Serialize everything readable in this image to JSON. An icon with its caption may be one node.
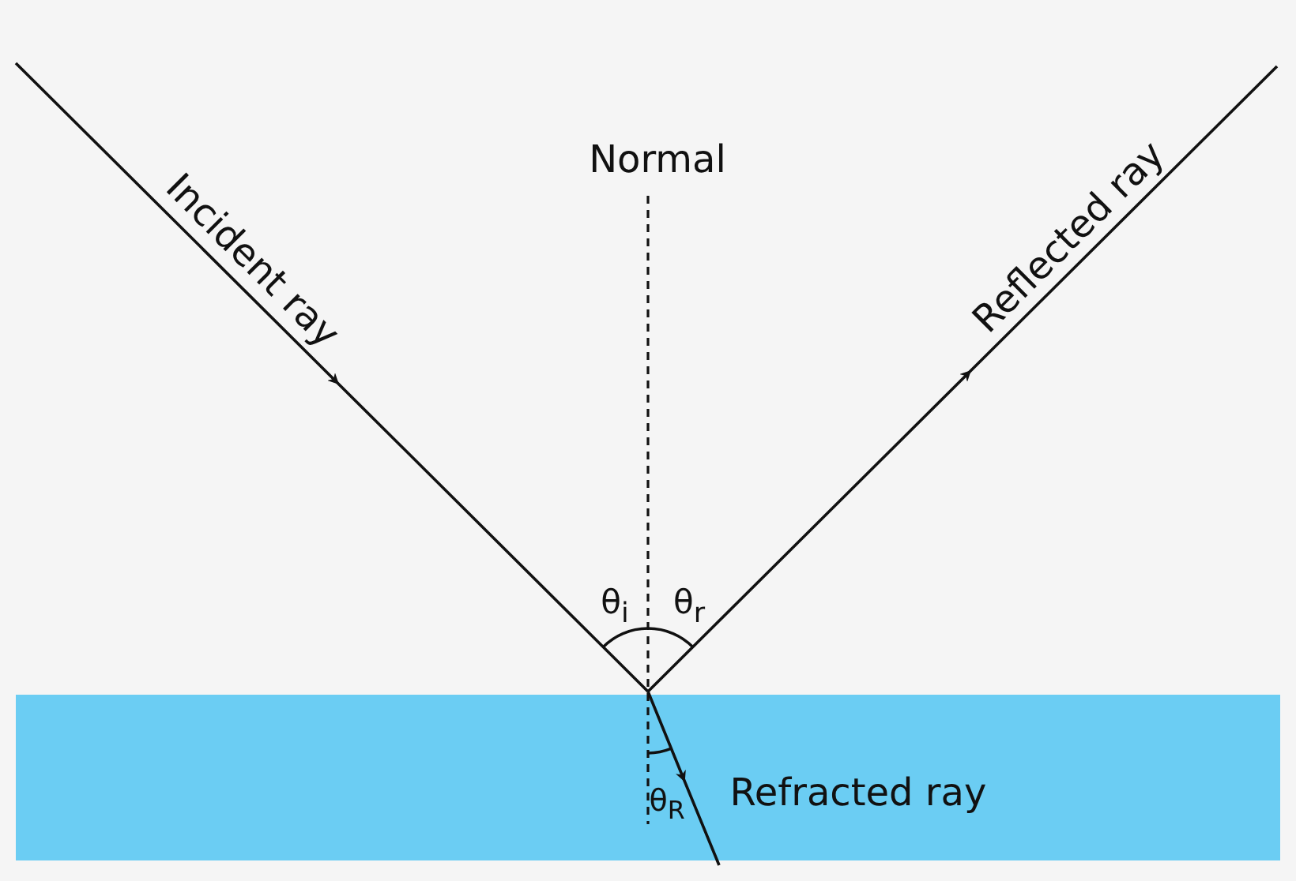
{
  "diagram": {
    "labels": [
      "Reflected ray",
      "Normal",
      "Incident ray",
      "θ$_{i}$",
      "θ$_{r}$",
      "Refracted ray",
      "θ$_{R}$"
    ]
  }
}
